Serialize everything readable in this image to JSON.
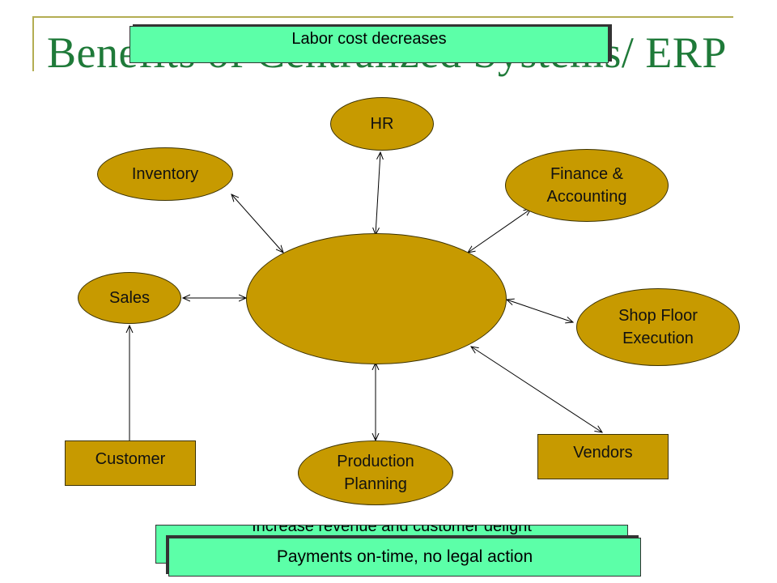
{
  "slide": {
    "title": "Benefits of Centralized Systems/ ERP",
    "title_color": "#1f7a39"
  },
  "callouts": {
    "top": "Labor cost decreases",
    "back": "Increase revenue and customer delight",
    "front": "Payments on-time, no legal action",
    "color": "#5cffa8"
  },
  "nodes": {
    "hr": "HR",
    "inventory": "Inventory",
    "finance_line1": "Finance &",
    "finance_line2": "Accounting",
    "sales": "Sales",
    "shop_line1": "Shop Floor",
    "shop_line2": "Execution",
    "customer": "Customer",
    "vendors": "Vendors",
    "production_line1": "Production",
    "production_line2": "Planning",
    "center": "",
    "fill_color": "#c79a00"
  }
}
